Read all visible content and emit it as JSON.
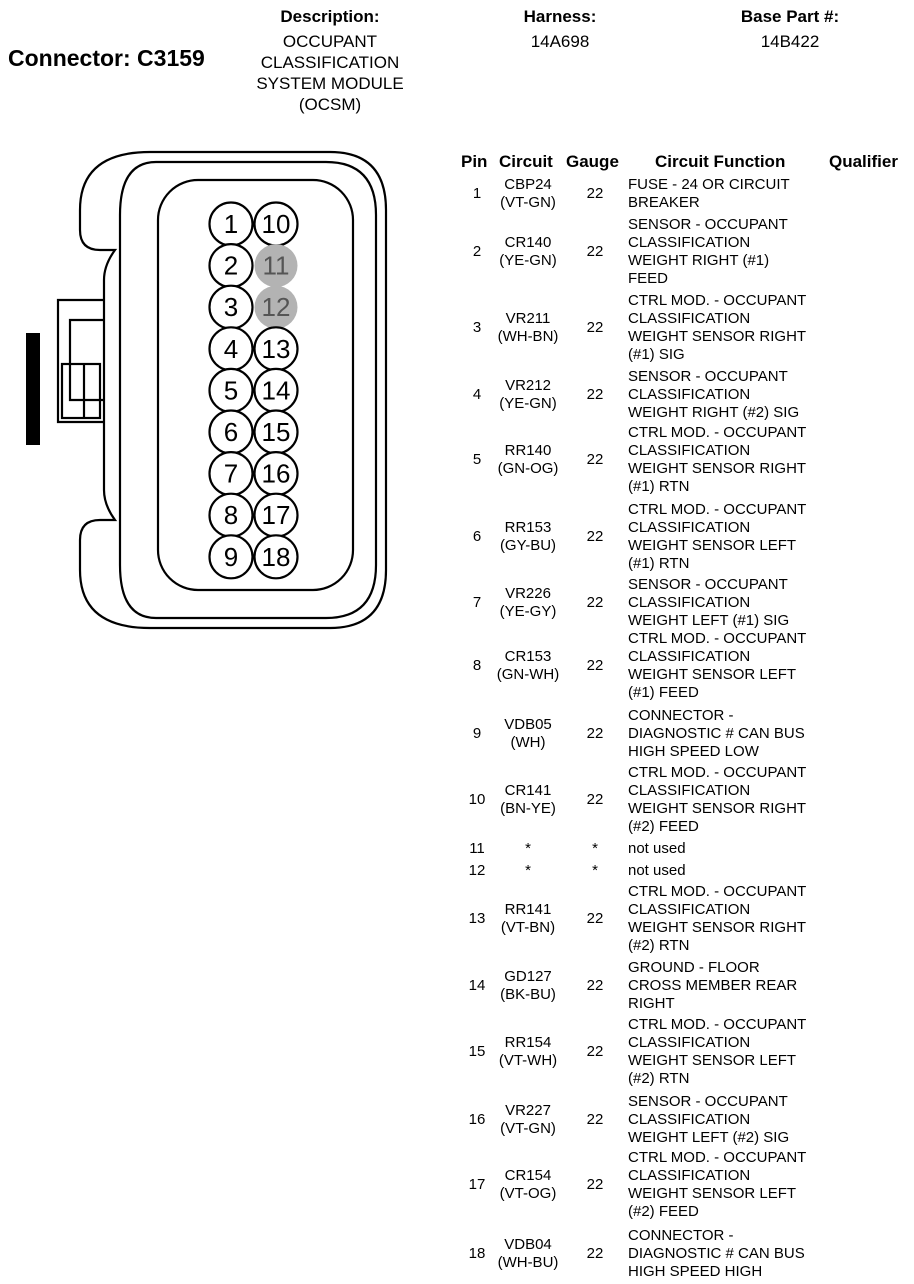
{
  "header": {
    "connector_title": "Connector: C3159",
    "description_label": "Description:",
    "description_value": "OCCUPANT\nCLASSIFICATION\nSYSTEM MODULE\n(OCSM)",
    "harness_label": "Harness:",
    "harness_value": "14A698",
    "base_part_label": "Base Part #:",
    "base_part_value": "14B422"
  },
  "table": {
    "columns": [
      "Pin",
      "Circuit",
      "Gauge",
      "Circuit Function",
      "Qualifier"
    ],
    "rows": [
      {
        "pin": "1",
        "circuit": "CBP24\n(VT-GN)",
        "gauge": "22",
        "function": "FUSE - 24 OR CIRCUIT\nBREAKER",
        "qualifier": ""
      },
      {
        "pin": "2",
        "circuit": "CR140\n(YE-GN)",
        "gauge": "22",
        "function": "SENSOR - OCCUPANT\nCLASSIFICATION\nWEIGHT RIGHT (#1)\nFEED",
        "qualifier": ""
      },
      {
        "pin": "3",
        "circuit": "VR211\n(WH-BN)",
        "gauge": "22",
        "function": "CTRL MOD. - OCCUPANT\nCLASSIFICATION\nWEIGHT SENSOR RIGHT\n(#1) SIG",
        "qualifier": ""
      },
      {
        "pin": "4",
        "circuit": "VR212\n(YE-GN)",
        "gauge": "22",
        "function": "SENSOR - OCCUPANT\nCLASSIFICATION\nWEIGHT RIGHT (#2) SIG",
        "qualifier": ""
      },
      {
        "pin": "5",
        "circuit": "RR140\n(GN-OG)",
        "gauge": "22",
        "function": "CTRL MOD. - OCCUPANT\nCLASSIFICATION\nWEIGHT SENSOR RIGHT\n(#1) RTN",
        "qualifier": ""
      },
      {
        "pin": "6",
        "circuit": "RR153\n(GY-BU)",
        "gauge": "22",
        "function": "CTRL MOD. - OCCUPANT\nCLASSIFICATION\nWEIGHT SENSOR LEFT\n(#1) RTN",
        "qualifier": ""
      },
      {
        "pin": "7",
        "circuit": "VR226\n(YE-GY)",
        "gauge": "22",
        "function": "SENSOR - OCCUPANT\nCLASSIFICATION\nWEIGHT LEFT (#1) SIG",
        "qualifier": ""
      },
      {
        "pin": "8",
        "circuit": "CR153\n(GN-WH)",
        "gauge": "22",
        "function": "CTRL MOD. - OCCUPANT\nCLASSIFICATION\nWEIGHT SENSOR LEFT\n(#1) FEED",
        "qualifier": ""
      },
      {
        "pin": "9",
        "circuit": "VDB05\n(WH)",
        "gauge": "22",
        "function": "CONNECTOR -\nDIAGNOSTIC # CAN BUS\nHIGH SPEED LOW",
        "qualifier": ""
      },
      {
        "pin": "10",
        "circuit": "CR141\n(BN-YE)",
        "gauge": "22",
        "function": "CTRL MOD. - OCCUPANT\nCLASSIFICATION\nWEIGHT SENSOR RIGHT\n(#2) FEED",
        "qualifier": ""
      },
      {
        "pin": "11",
        "circuit": "*",
        "gauge": "*",
        "function": "not used",
        "qualifier": ""
      },
      {
        "pin": "12",
        "circuit": "*",
        "gauge": "*",
        "function": "not used",
        "qualifier": ""
      },
      {
        "pin": "13",
        "circuit": "RR141\n(VT-BN)",
        "gauge": "22",
        "function": "CTRL MOD. - OCCUPANT\nCLASSIFICATION\nWEIGHT SENSOR RIGHT\n(#2) RTN",
        "qualifier": ""
      },
      {
        "pin": "14",
        "circuit": "GD127\n(BK-BU)",
        "gauge": "22",
        "function": "GROUND - FLOOR\nCROSS MEMBER REAR\nRIGHT",
        "qualifier": ""
      },
      {
        "pin": "15",
        "circuit": "RR154\n(VT-WH)",
        "gauge": "22",
        "function": "CTRL MOD. - OCCUPANT\nCLASSIFICATION\nWEIGHT SENSOR LEFT\n(#2) RTN",
        "qualifier": ""
      },
      {
        "pin": "16",
        "circuit": "VR227\n(VT-GN)",
        "gauge": "22",
        "function": "SENSOR - OCCUPANT\nCLASSIFICATION\nWEIGHT LEFT (#2) SIG",
        "qualifier": ""
      },
      {
        "pin": "17",
        "circuit": "CR154\n(VT-OG)",
        "gauge": "22",
        "function": "CTRL MOD. - OCCUPANT\nCLASSIFICATION\nWEIGHT SENSOR LEFT\n(#2) FEED",
        "qualifier": ""
      },
      {
        "pin": "18",
        "circuit": "VDB04\n(WH-BU)",
        "gauge": "22",
        "function": "CONNECTOR -\nDIAGNOSTIC # CAN BUS\nHIGH SPEED HIGH",
        "qualifier": ""
      }
    ]
  },
  "connector_face": {
    "pins_left": [
      "1",
      "2",
      "3",
      "4",
      "5",
      "6",
      "7",
      "8",
      "9"
    ],
    "pins_right": [
      "10",
      "11",
      "12",
      "13",
      "14",
      "15",
      "16",
      "17",
      "18"
    ],
    "unused_pins": [
      "11",
      "12"
    ],
    "unused_fill": "#b3b3b3",
    "unused_text": "#555555",
    "outline_color": "#000000"
  }
}
